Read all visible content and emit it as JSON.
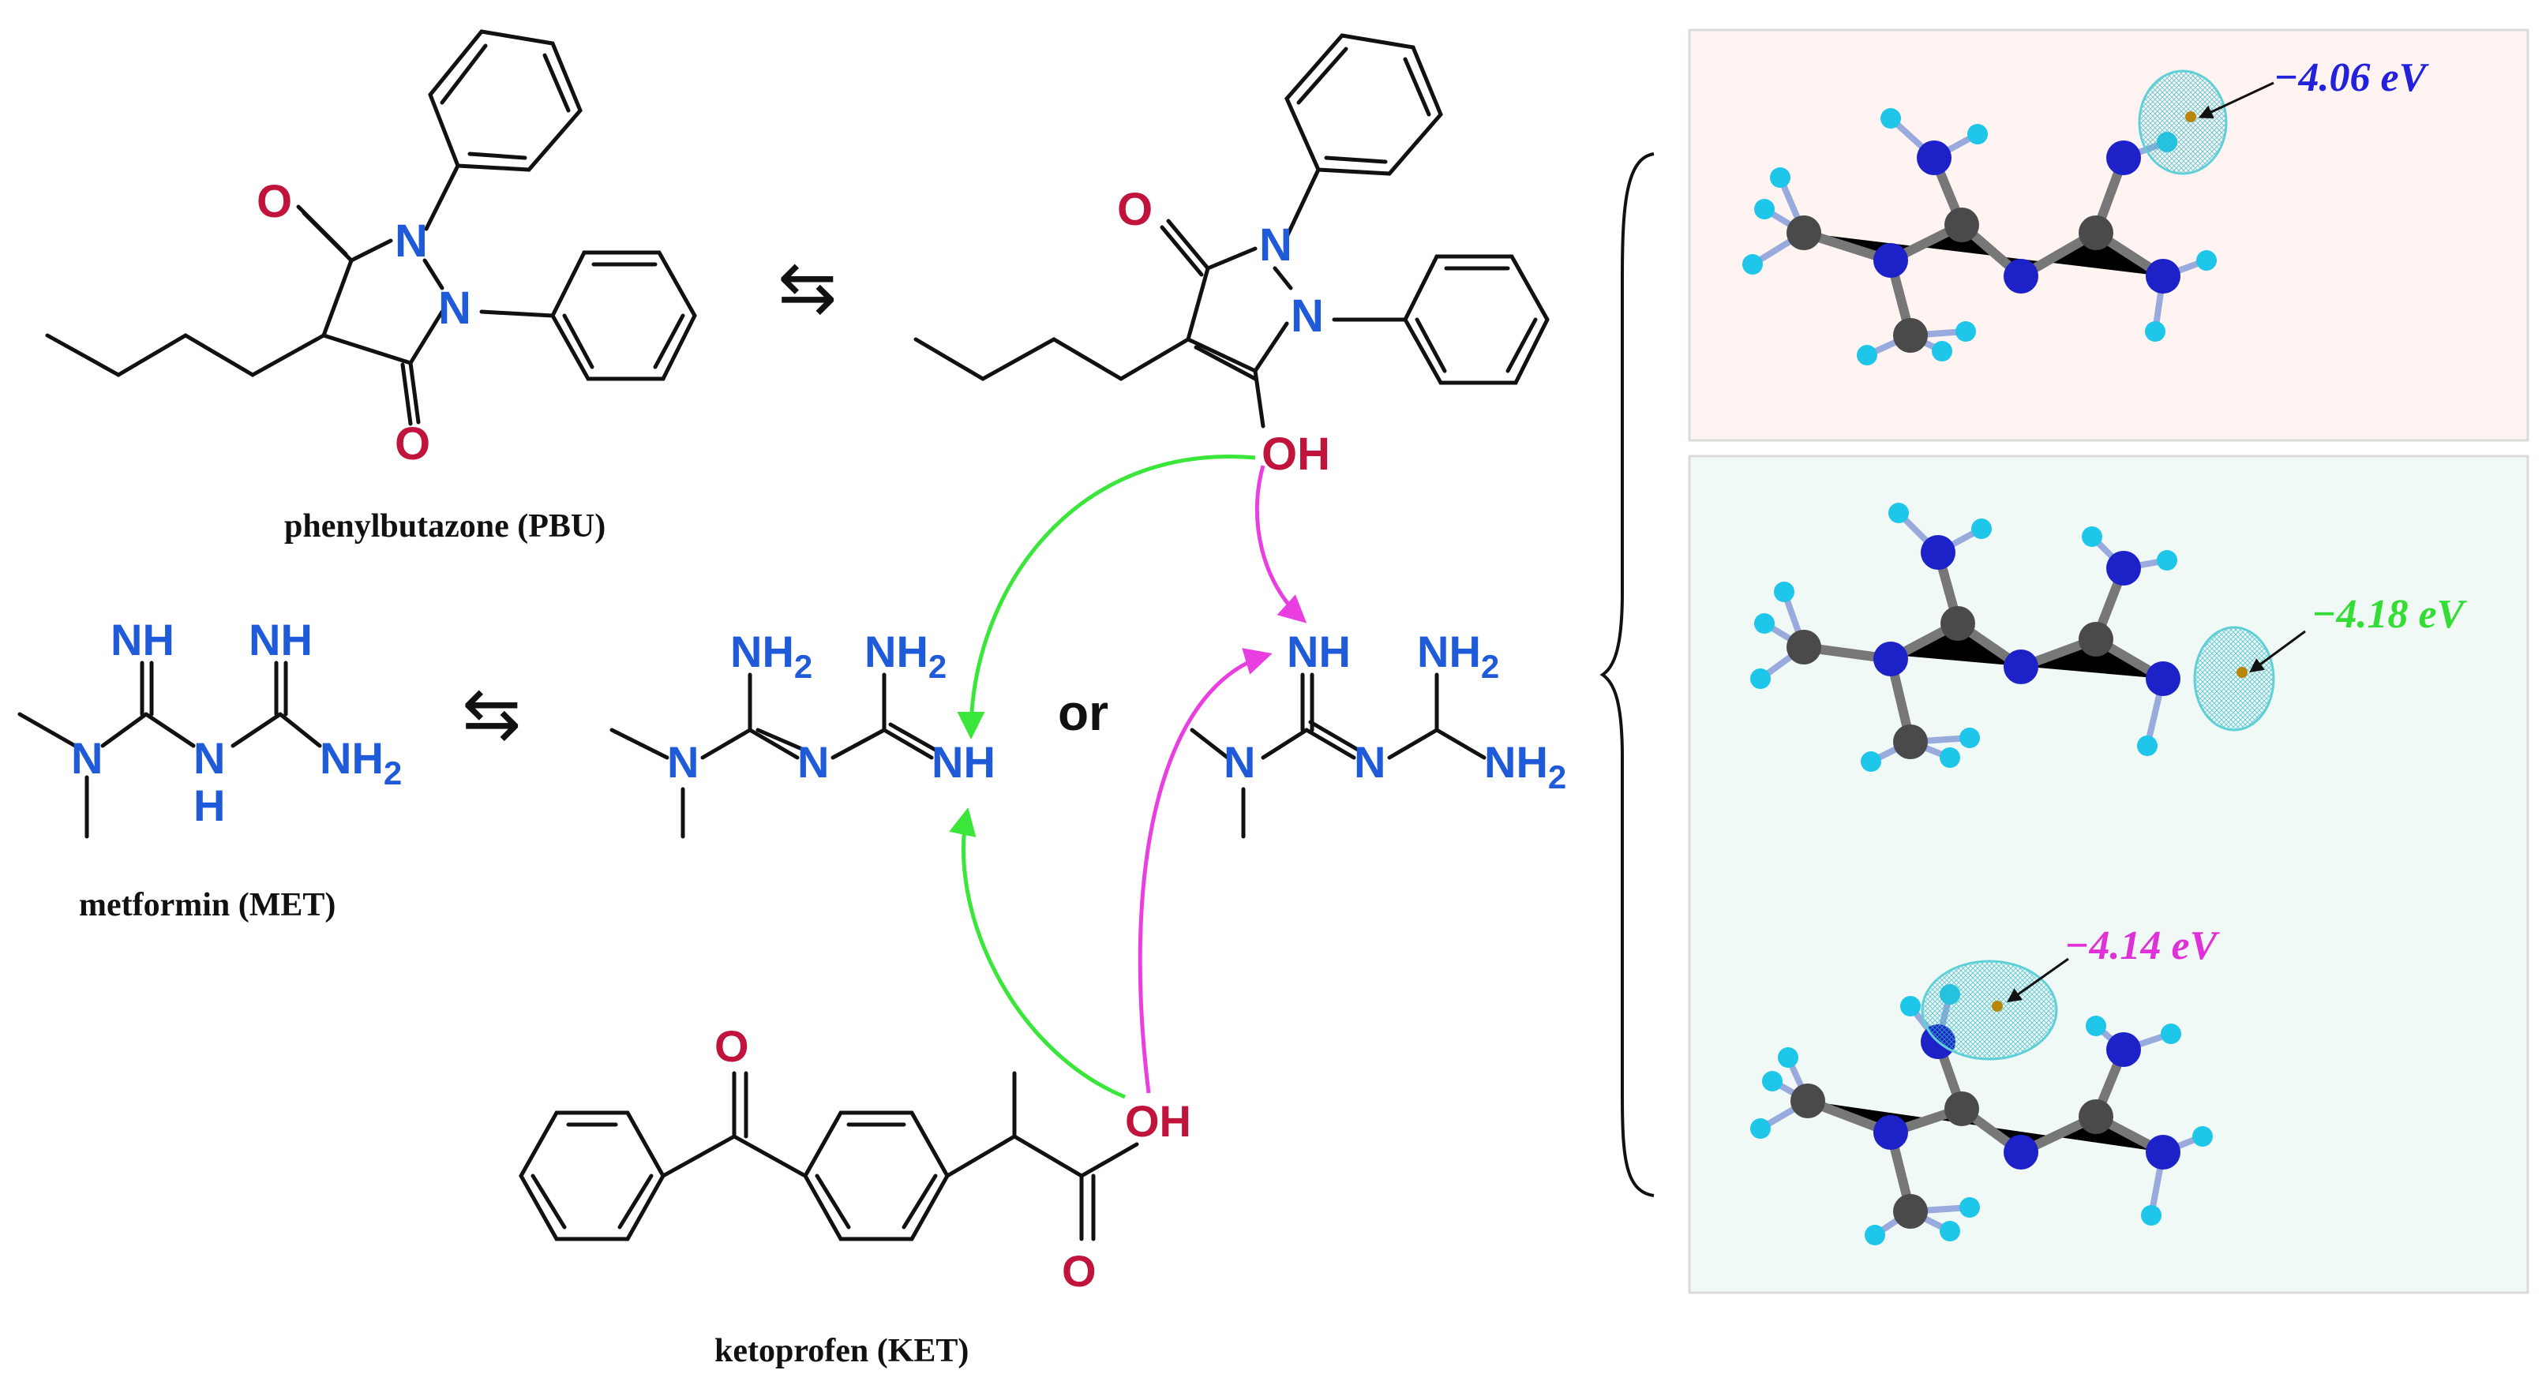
{
  "colors": {
    "oxygen": "#c0143c",
    "nitrogen": "#1f5bd9",
    "bond": "#111111",
    "arrow_green": "#39e639",
    "arrow_magenta": "#ea3fe0",
    "panel1_bg": "#fff4f2",
    "panel2_bg": "#f1f9f6",
    "panel_border": "#d9dcd9",
    "atom_carbon": "#4a4a4a",
    "atom_nitrogen": "#1d21c8",
    "atom_hydrogen": "#1ec6ea",
    "orbital": "#5fd0d8",
    "ev1": "#2222dd",
    "ev2": "#33dd33",
    "ev3": "#e030d8"
  },
  "labels": {
    "pbu_caption": "phenylbutazone (PBU)",
    "met_caption": "metformin (MET)",
    "ket_caption": "ketoprofen (KET)",
    "or": "or",
    "O": "O",
    "N": "N",
    "OH": "OH",
    "NH": "NH",
    "NH2": "NH",
    "H": "H",
    "sub2": "2",
    "eq_arrows": "⇆"
  },
  "energies": {
    "panel1": "−4.06 eV",
    "panel2_a": "−4.18 eV",
    "panel2_b": "−4.14 eV"
  }
}
